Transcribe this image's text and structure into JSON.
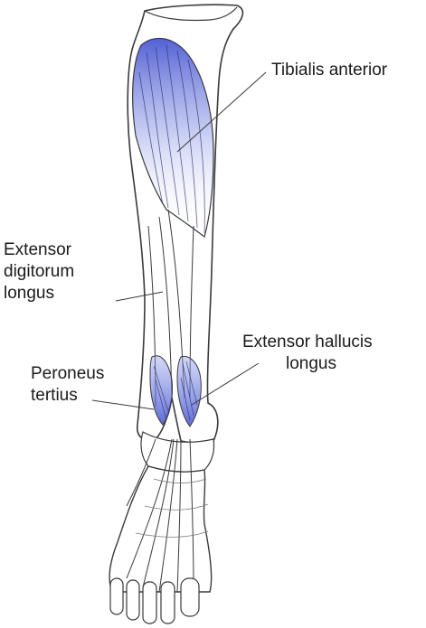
{
  "figure": {
    "labels": {
      "tibialis_anterior": [
        "Tibialis anterior"
      ],
      "extensor_digitorum_longus": [
        "Extensor",
        "digitorum",
        "longus"
      ],
      "extensor_hallucis_longus": [
        "Extensor hallucis",
        "longus"
      ],
      "peroneus_tertius": [
        "Peroneus",
        "tertius"
      ]
    },
    "colors": {
      "muscle_highlight": "#4455cc",
      "outline": "#3a3a3a",
      "bone_fill": "#ffffff",
      "text": "#1a1a1a"
    }
  }
}
